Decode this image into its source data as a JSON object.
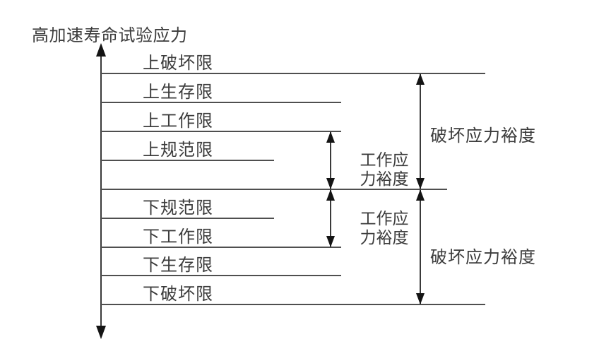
{
  "axis_label": "高加速寿命试验应力",
  "levels": [
    {
      "id": "upper-destruct-limit",
      "label": "上破坏限"
    },
    {
      "id": "upper-survival-limit",
      "label": "上生存限"
    },
    {
      "id": "upper-operating-limit",
      "label": "上工作限"
    },
    {
      "id": "upper-spec-limit",
      "label": "上规范限"
    },
    {
      "id": "lower-spec-limit",
      "label": "下规范限"
    },
    {
      "id": "lower-operating-limit",
      "label": "下工作限"
    },
    {
      "id": "lower-survival-limit",
      "label": "下生存限"
    },
    {
      "id": "lower-destruct-limit",
      "label": "下破坏限"
    }
  ],
  "margins": {
    "upper_operating": "工作应力裕度",
    "lower_operating": "工作应力裕度",
    "upper_destruct": "破坏应力裕度",
    "lower_destruct": "破坏应力裕度"
  },
  "colors": {
    "background": "#ffffff",
    "line": "#4f4f4f",
    "arrow": "#141414",
    "text": "#3c3c3c"
  }
}
